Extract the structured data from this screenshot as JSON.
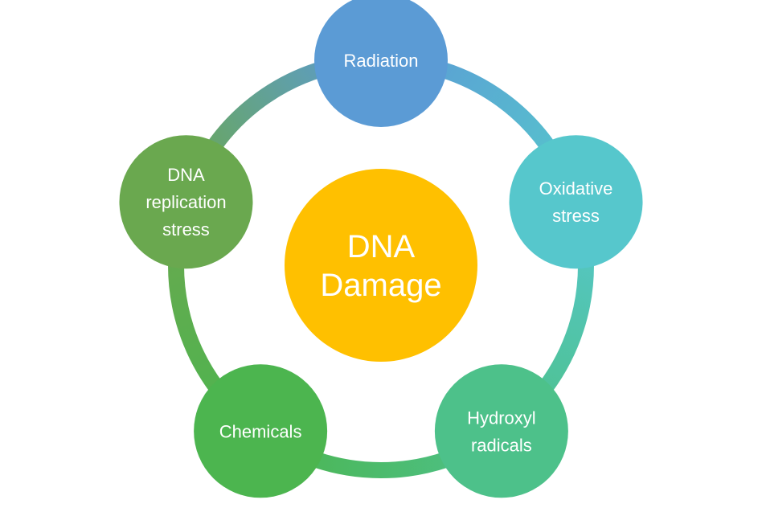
{
  "center": {
    "lines": [
      "DNA",
      "Damage"
    ],
    "color": "#ffc000"
  },
  "nodes": [
    {
      "key": "radiation",
      "lines": [
        "Radiation"
      ],
      "color": "#5b9bd5"
    },
    {
      "key": "oxidative-stress",
      "lines": [
        "Oxidative",
        "stress"
      ],
      "color": "#56c7cc"
    },
    {
      "key": "hydroxyl-radicals",
      "lines": [
        "Hydroxyl",
        "radicals"
      ],
      "color": "#4dc18a"
    },
    {
      "key": "chemicals",
      "lines": [
        "Chemicals"
      ],
      "color": "#4cb54f"
    },
    {
      "key": "dna-replication-stress",
      "lines": [
        "DNA",
        "replication",
        "stress"
      ],
      "color": "#6aa84f"
    }
  ],
  "ring": {
    "colors": [
      "#5b9bd5",
      "#56c7cc",
      "#4dc18a",
      "#4cb54f",
      "#6aa84f"
    ]
  }
}
